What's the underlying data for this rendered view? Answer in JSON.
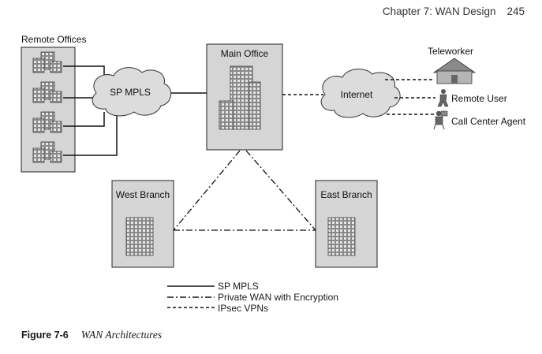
{
  "header": {
    "chapter": "Chapter 7: WAN Design",
    "page": "245"
  },
  "nodes": {
    "remote_offices": "Remote Offices",
    "sp_mpls": "SP MPLS",
    "main_office": "Main Office",
    "internet": "Internet",
    "teleworker": "Teleworker",
    "remote_user": "Remote User",
    "call_center_agent": "Call Center Agent",
    "west_branch": "West Branch",
    "east_branch": "East Branch"
  },
  "legend": [
    {
      "style": "solid",
      "label": "SP MPLS"
    },
    {
      "style": "dash-dot",
      "label": "Private WAN with Encryption"
    },
    {
      "style": "dashed",
      "label": "IPsec VPNs"
    }
  ],
  "caption": {
    "figure": "Figure 7-6",
    "title": "WAN Architectures"
  },
  "colors": {
    "box_fill": "#d5d5d5",
    "building_fill": "#9a9a9a",
    "line": "#111111",
    "cloud_fill": "#dcdcdc"
  }
}
